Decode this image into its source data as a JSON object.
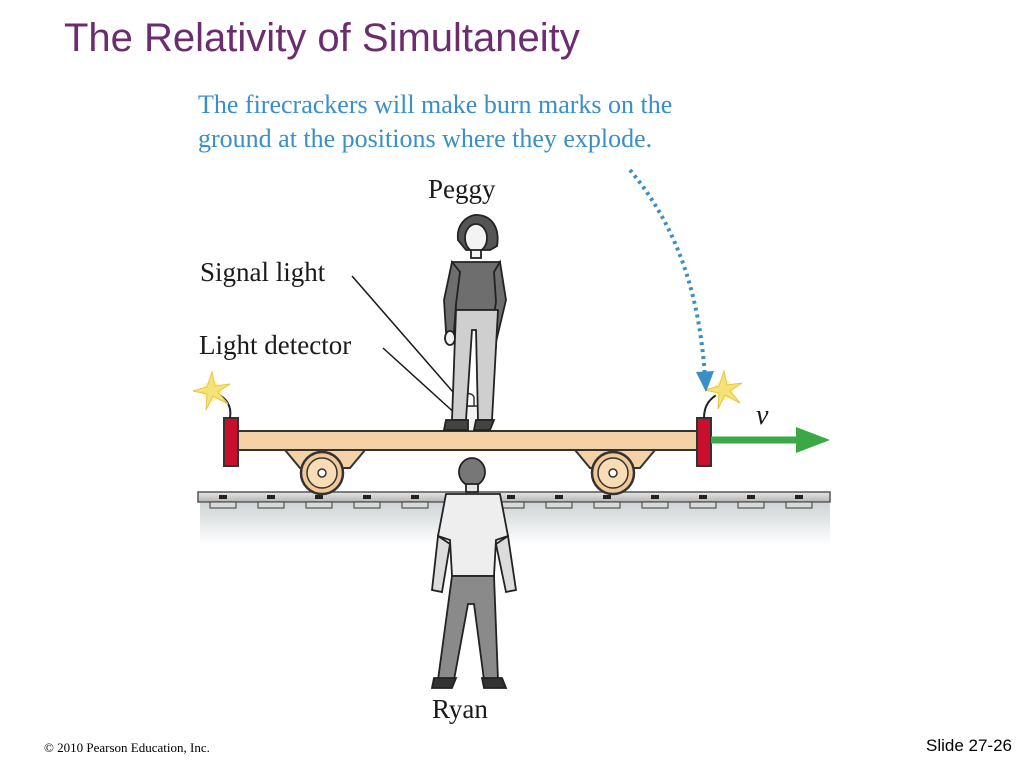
{
  "slide": {
    "title": "The Relativity of Simultaneity",
    "caption_line1": "The firecrackers will make burn marks on the",
    "caption_line2": "ground at the positions where they explode.",
    "footer_copyright": "© 2010 Pearson Education, Inc.",
    "footer_slide": "Slide 27-26"
  },
  "diagram": {
    "label_peggy": "Peggy",
    "label_signal_light": "Signal light",
    "label_light_detector": "Light detector",
    "label_velocity": "v",
    "label_ryan": "Ryan"
  },
  "colors": {
    "title": "#6b2d6e",
    "caption": "#3a8fc4",
    "railcar": "#f5d2a6",
    "railcar_ends": "#c8102e",
    "velocity_arrow": "#3aa845",
    "rails": "#c8c8c8"
  }
}
